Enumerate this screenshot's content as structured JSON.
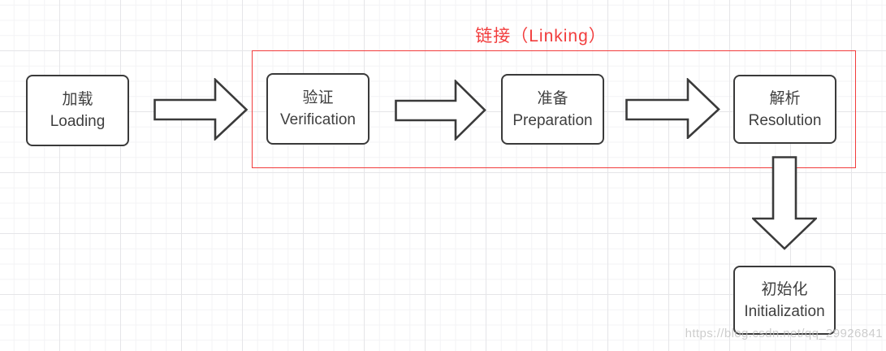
{
  "diagram": {
    "title": "链接（Linking）",
    "watermark": "https://blog.csdn.net/qq_29926841",
    "colors": {
      "group_red": "#f23c3c",
      "node_border": "#3a3a3a",
      "node_text": "#3f3f3f",
      "grid_minor": "#f3f3f5",
      "grid_major": "#e5e5e8",
      "watermark_gray": "#bfbfbf"
    },
    "nodes": [
      {
        "id": "loading",
        "zh": "加载",
        "en": "Loading"
      },
      {
        "id": "verification",
        "zh": "验证",
        "en": "Verification"
      },
      {
        "id": "preparation",
        "zh": "准备",
        "en": "Preparation"
      },
      {
        "id": "resolution",
        "zh": "解析",
        "en": "Resolution"
      },
      {
        "id": "initialization",
        "zh": "初始化",
        "en": "Initialization"
      }
    ],
    "edges": [
      {
        "from": "loading",
        "to": "verification",
        "direction": "right"
      },
      {
        "from": "verification",
        "to": "preparation",
        "direction": "right"
      },
      {
        "from": "preparation",
        "to": "resolution",
        "direction": "right"
      },
      {
        "from": "resolution",
        "to": "initialization",
        "direction": "down"
      }
    ],
    "group_members": [
      "verification",
      "preparation",
      "resolution"
    ]
  }
}
